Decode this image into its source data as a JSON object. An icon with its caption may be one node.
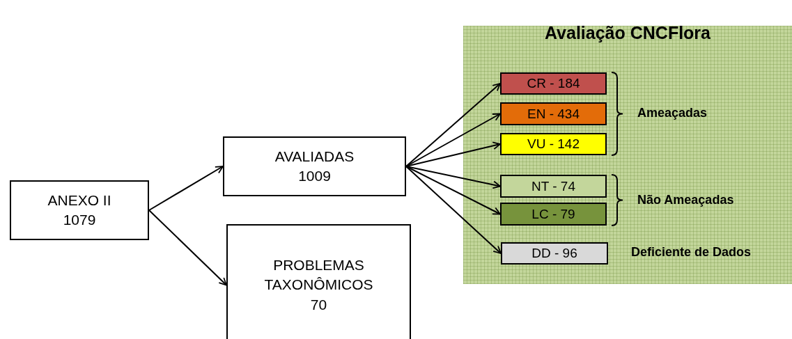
{
  "diagram": {
    "nodes": [
      {
        "text": [
          "ANEXO II 1079"
        ]
      },
      {
        "text": [
          "AVALIADAS 1009"
        ]
      },
      {
        "text": [
          "PROBLEMAS TAXONÔMICOS 70"
        ]
      },
      {
        "text": [
          "Avaliação CNCFlora"
        ]
      },
      {
        "text": [
          "CR - 184"
        ],
        "in": 3
      },
      {
        "text": [
          "EN - 434"
        ],
        "in": 3
      },
      {
        "text": [
          "VU - 142"
        ],
        "in": 3
      },
      {
        "text": [
          "NT - 74"
        ],
        "in": 3
      },
      {
        "text": [
          "LC - 79"
        ],
        "in": 3
      },
      {
        "text": [
          "DD - 96"
        ],
        "in": 3
      }
    ],
    "edges": [
      {
        "from": 0,
        "to": 1,
        "arrow": "to"
      },
      {
        "from": 0,
        "to": 2,
        "arrow": "to"
      },
      {
        "from": 1,
        "to": 4,
        "arrow": "to"
      },
      {
        "from": 1,
        "to": 5,
        "arrow": "to"
      },
      {
        "from": 1,
        "to": 6,
        "arrow": "to"
      },
      {
        "from": 1,
        "to": 7,
        "arrow": "to"
      },
      {
        "from": 1,
        "to": 8,
        "arrow": "to"
      },
      {
        "from": 1,
        "to": 9,
        "arrow": "to"
      }
    ],
    "labels": [
      "Ameaçadas",
      "Não Ameaçadas",
      "Deficiente de Dados"
    ]
  }
}
